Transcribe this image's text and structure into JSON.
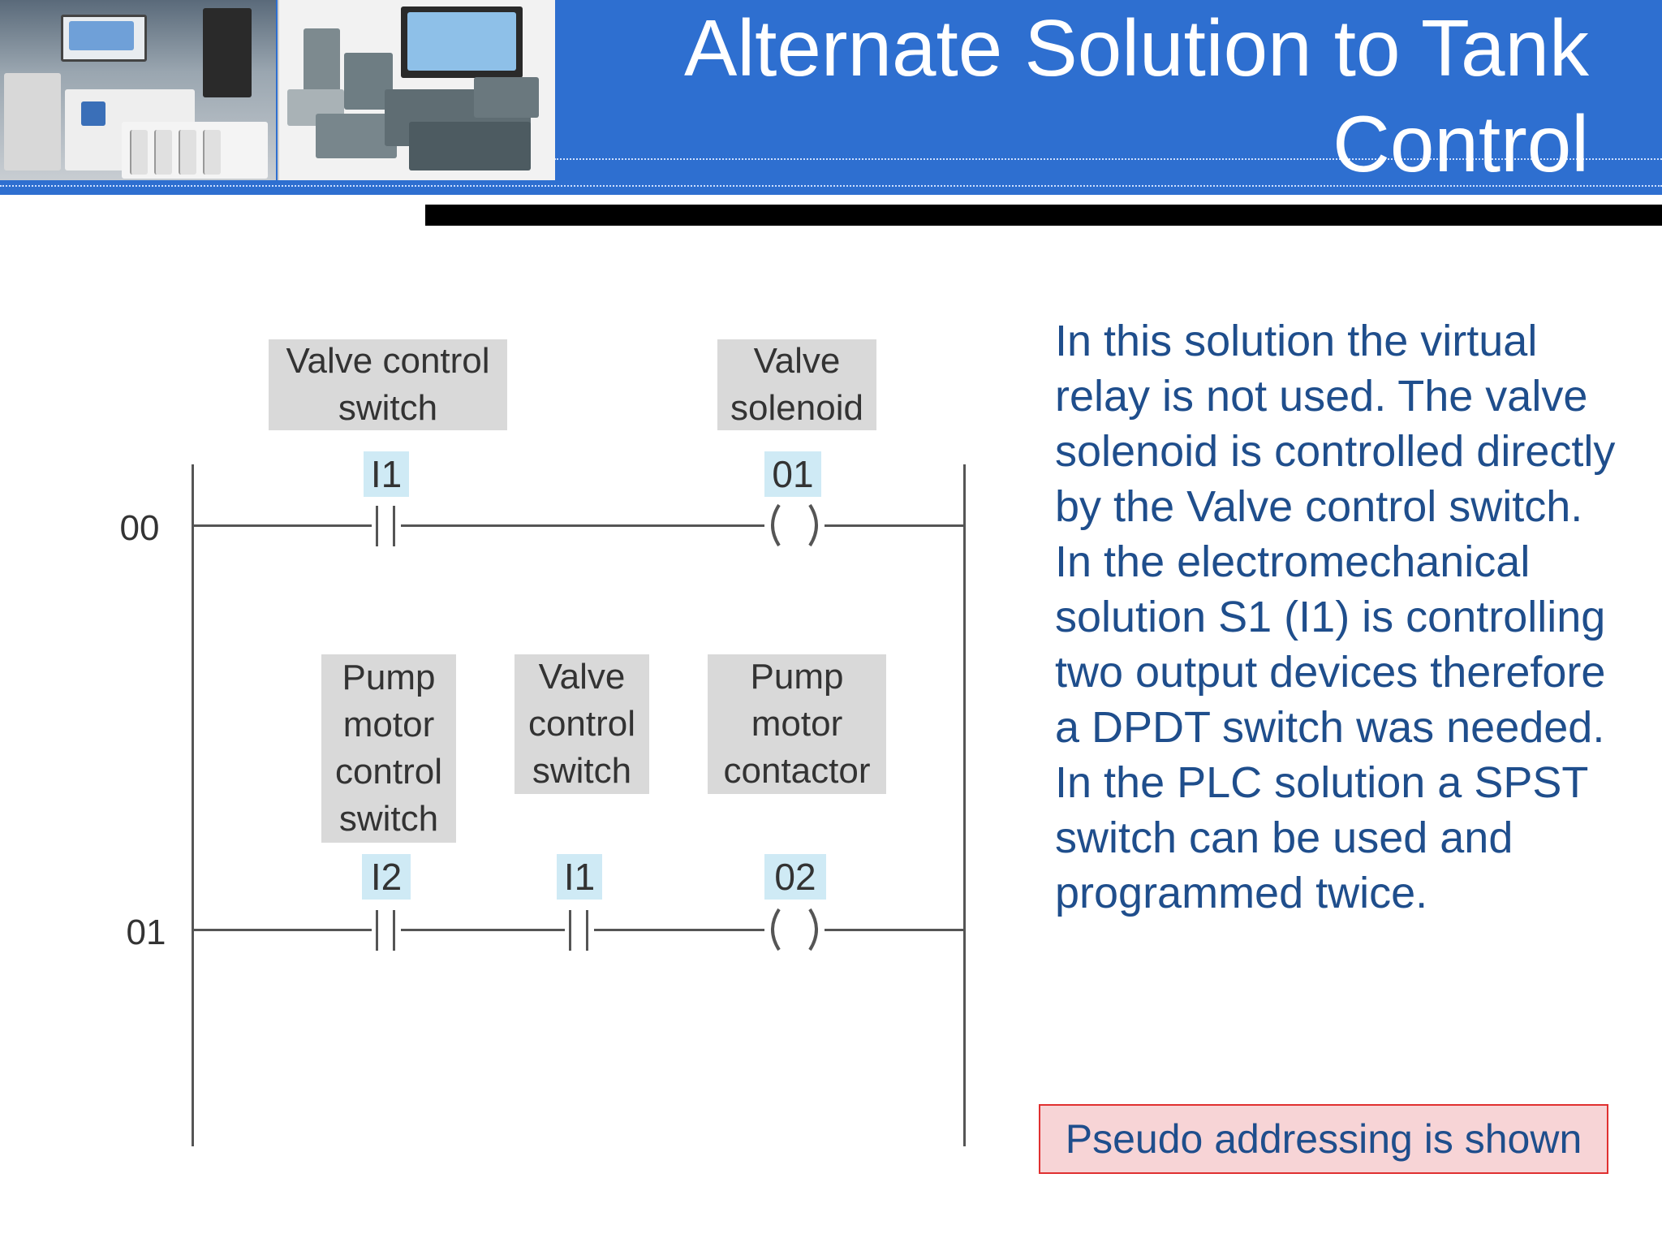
{
  "slide": {
    "title": "Alternate Solution to Tank Control"
  },
  "ladder": {
    "rungs": [
      {
        "number": "00",
        "elements": [
          {
            "type": "contact",
            "label": "Valve control switch",
            "address": "I1"
          },
          {
            "type": "coil",
            "label": "Valve solenoid",
            "address": "01"
          }
        ]
      },
      {
        "number": "01",
        "elements": [
          {
            "type": "contact",
            "label": "Pump motor control switch",
            "address": "I2"
          },
          {
            "type": "contact",
            "label": "Valve control switch",
            "address": "I1"
          },
          {
            "type": "coil",
            "label": "Pump motor contactor",
            "address": "02"
          }
        ]
      }
    ]
  },
  "description": "In this solution the virtual relay is not used. The valve solenoid is controlled directly by the Valve control switch. In the electromechanical solution S1 (I1) is controlling two output devices therefore a DPDT switch was needed. In the PLC solution a SPST switch can be used and programmed twice.",
  "note": "Pseudo addressing is shown",
  "colors": {
    "header_band": "#2e6fd0",
    "body_text": "#1f4e8c",
    "note_background": "#f7d4d6",
    "note_border": "#e03030",
    "label_box": "#d9d9d9",
    "address_box": "#cfeaf5"
  }
}
